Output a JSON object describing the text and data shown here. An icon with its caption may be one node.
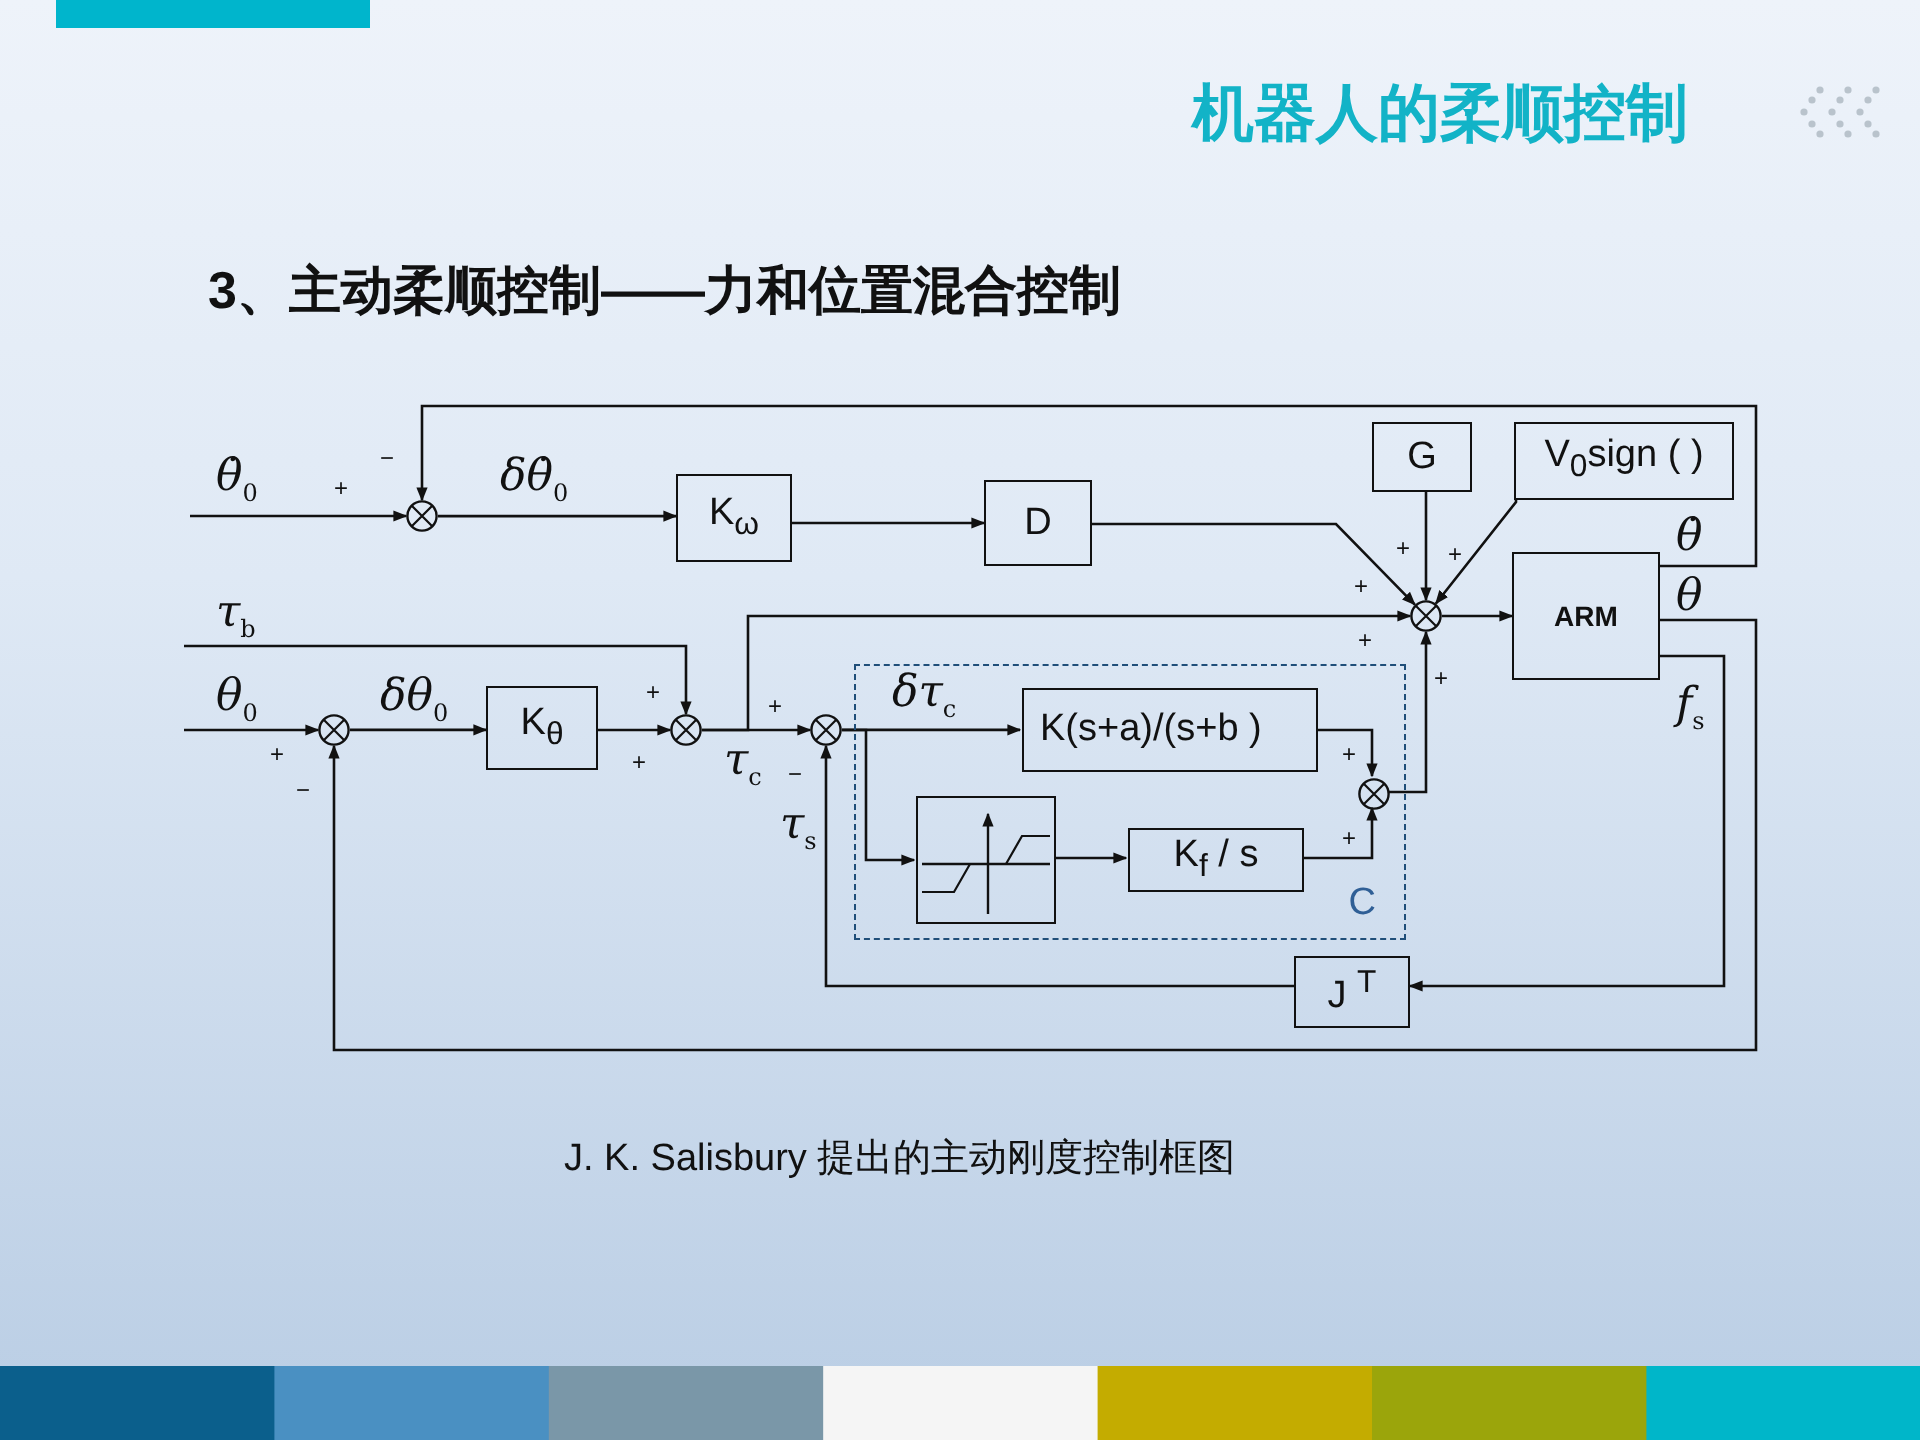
{
  "diagram": {
    "title": "3、主动柔顺控制——力和位置混合控制",
    "caption": "J. K. Salisbury 提出的主动刚度控制框图",
    "nodes": [
      {
        "text": [],
        "shape": "circle"
      },
      {
        "text": [
          "K$_{ω}$"
        ]
      },
      {
        "text": [
          "D"
        ]
      },
      {
        "text": [
          "G"
        ]
      },
      {
        "text": [
          "V$_{0}$sign ( )"
        ]
      },
      {
        "text": [],
        "shape": "circle"
      },
      {
        "text": [
          "ARM"
        ]
      },
      {
        "text": [],
        "shape": "circle"
      },
      {
        "text": [
          "K$_{θ}$"
        ]
      },
      {
        "text": [],
        "shape": "circle"
      },
      {
        "text": [],
        "shape": "circle"
      },
      {
        "text": [
          "C"
        ]
      },
      {
        "text": [
          "K(s+a)/(s+b )"
        ],
        "in": 11
      },
      {
        "text": [],
        "shape": "box",
        "in": 11
      },
      {
        "text": [
          "K$_{f}$ / s"
        ],
        "in": 11
      },
      {
        "text": [],
        "shape": "circle",
        "in": 11
      },
      {
        "text": [
          "J $^{T}$"
        ]
      }
    ],
    "edges": [
      {
        "from": null,
        "to": 0,
        "arrow": "to",
        "label": "θ̇$_{0}$"
      },
      {
        "from": 0,
        "to": 1,
        "arrow": "to",
        "label": "δθ̇$_{0}$"
      },
      {
        "from": 1,
        "to": 2,
        "arrow": "to"
      },
      {
        "from": 2,
        "to": 5,
        "arrow": "to"
      },
      {
        "from": 3,
        "to": 5,
        "arrow": "to"
      },
      {
        "from": 4,
        "to": 5,
        "arrow": "to"
      },
      {
        "from": 5,
        "to": 6,
        "arrow": "to"
      },
      {
        "from": 6,
        "to": 0,
        "arrow": "to",
        "label": "θ̇"
      },
      {
        "from": null,
        "to": 9,
        "arrow": "to",
        "label": "τ$_{b}$"
      },
      {
        "from": null,
        "to": 7,
        "arrow": "to",
        "label": "θ$_{0}$"
      },
      {
        "from": 7,
        "to": 8,
        "arrow": "to",
        "label": "δθ$_{0}$"
      },
      {
        "from": 8,
        "to": 9,
        "arrow": "to"
      },
      {
        "from": 9,
        "to": 10,
        "arrow": "to",
        "label": "τ$_{c}$"
      },
      {
        "from": 9,
        "to": 5,
        "arrow": "to"
      },
      {
        "from": 10,
        "to": 12,
        "arrow": "to",
        "label": "δτ$_{c}$"
      },
      {
        "from": 10,
        "to": 13,
        "arrow": "to"
      },
      {
        "from": 13,
        "to": 14,
        "arrow": "to"
      },
      {
        "from": 12,
        "to": 15,
        "arrow": "to"
      },
      {
        "from": 14,
        "to": 15,
        "arrow": "to"
      },
      {
        "from": 15,
        "to": 5,
        "arrow": "to"
      },
      {
        "from": 6,
        "to": 7,
        "arrow": "to",
        "label": "θ"
      },
      {
        "from": 6,
        "to": 16,
        "arrow": "to",
        "label": "f$_{s}$"
      },
      {
        "from": 16,
        "to": 10,
        "arrow": "to",
        "label": "τ$_{s}$"
      }
    ],
    "labels": [
      "机器人的柔顺控制",
      "−",
      "+",
      "+",
      "+",
      "+",
      "+",
      "+",
      "+",
      "+",
      "+",
      "+",
      "−",
      "−",
      "+",
      "+"
    ]
  }
}
